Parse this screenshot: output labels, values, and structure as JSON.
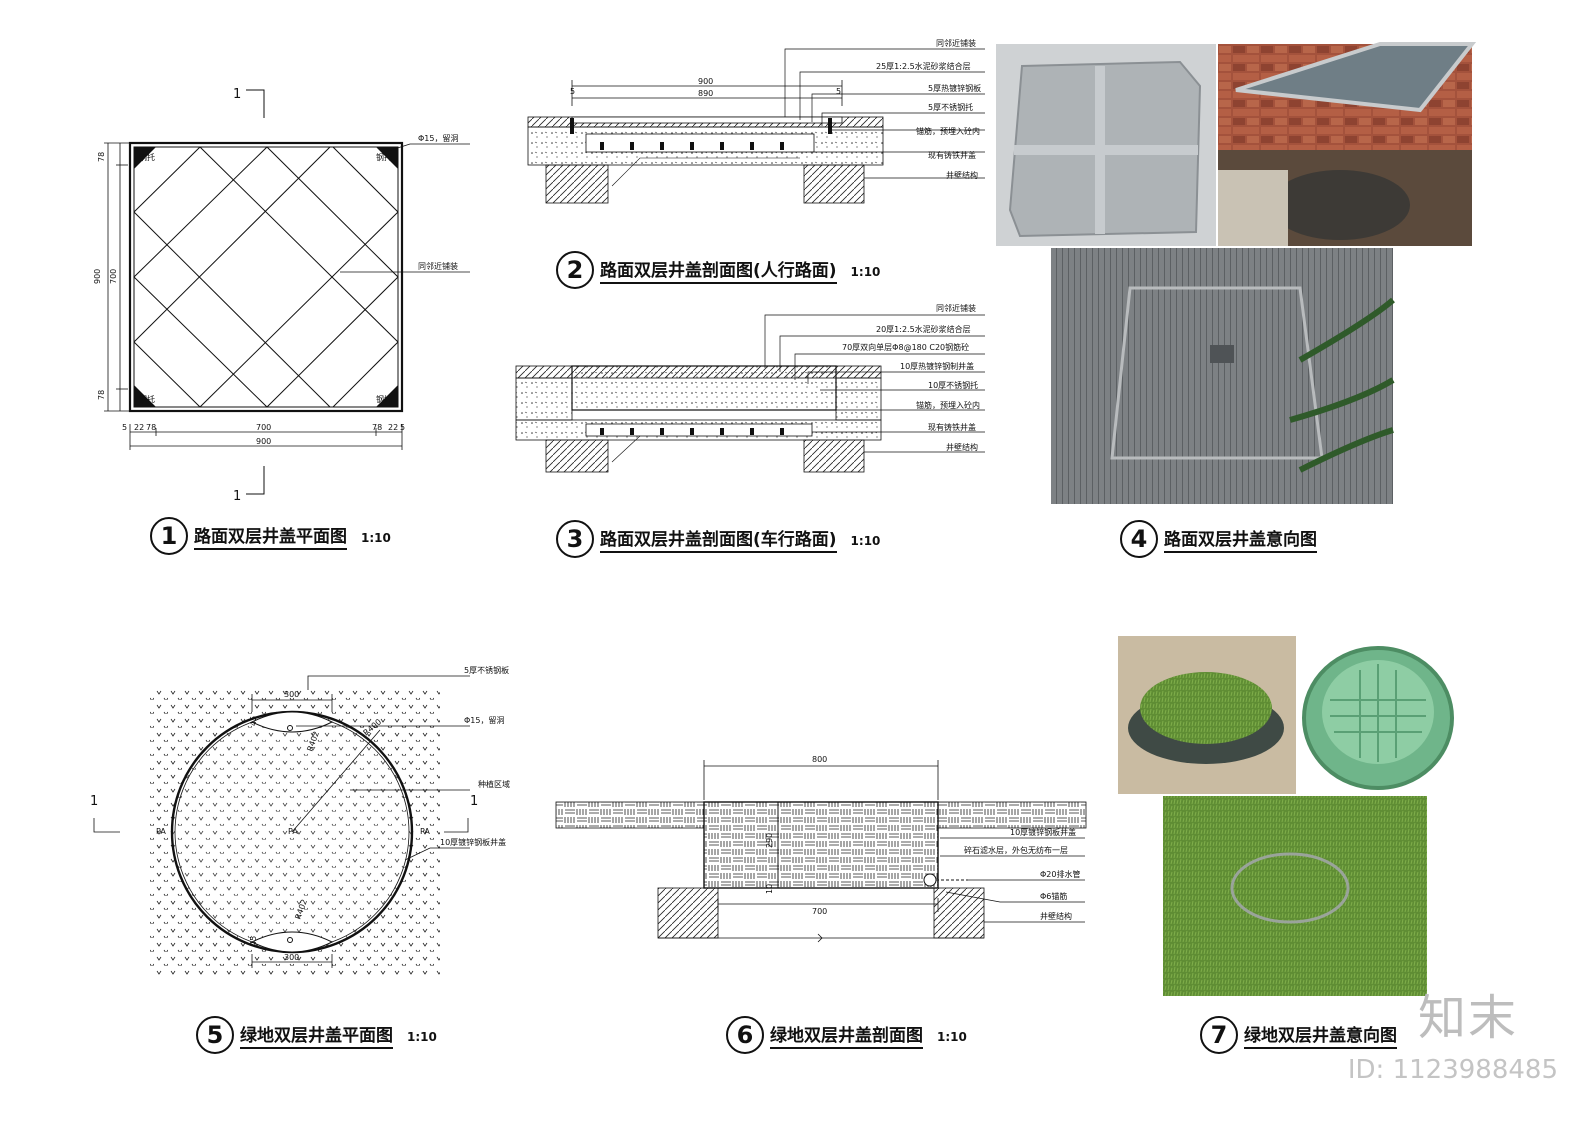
{
  "figures": {
    "f1": {
      "num": "1",
      "title": "路面双层井盖平面图",
      "scale": "1:10"
    },
    "f2": {
      "num": "2",
      "title": "路面双层井盖剖面图(人行路面)",
      "scale": "1:10"
    },
    "f3": {
      "num": "3",
      "title": "路面双层井盖剖面图(车行路面)",
      "scale": "1:10"
    },
    "f4": {
      "num": "4",
      "title": "路面双层井盖意向图"
    },
    "f5": {
      "num": "5",
      "title": "绿地双层井盖平面图",
      "scale": "1:10"
    },
    "f6": {
      "num": "6",
      "title": "绿地双层井盖剖面图",
      "scale": "1:10"
    },
    "f7": {
      "num": "7",
      "title": "绿地双层井盖意向图"
    }
  },
  "plan1": {
    "section_mark": "1",
    "hole_note": "Φ15，留洞",
    "fill_note": "同邻近铺装",
    "corner_label": "钢托",
    "dim_total": "900",
    "dim_inner": "700",
    "dim_78": "78",
    "dim_22": "22",
    "dim_5": "5"
  },
  "sec2": {
    "dim_900": "900",
    "dim_890": "890",
    "dim_5": "5",
    "notes": [
      "同邻近铺装",
      "25厚1:2.5水泥砂浆结合层",
      "5厚热镀锌钢板",
      "5厚不锈钢托",
      "锚筋，预埋入砼内",
      "现有铸铁井盖",
      "井壁结构"
    ]
  },
  "sec3": {
    "notes": [
      "同邻近铺装",
      "20厚1:2.5水泥砂浆结合层",
      "70厚双向单层Φ8@180 C20钢筋砼",
      "10厚热镀锌钢制井盖",
      "10厚不锈钢托",
      "锚筋，预埋入砼内",
      "现有铸铁井盖",
      "井壁结构"
    ]
  },
  "plan5": {
    "section_mark": "1",
    "dim_300": "300",
    "radius": "R400",
    "radius2": "R402",
    "dim_45": "45",
    "pa": "PA",
    "notes": [
      "5厚不锈钢板",
      "Φ15，留洞",
      "种植区域",
      "10厚镀锌钢板井盖"
    ]
  },
  "sec6": {
    "dim_800": "800",
    "dim_700": "700",
    "dim_290": "290",
    "dim_10": "10",
    "notes": [
      "10厚镀锌钢板井盖",
      "碎石滤水层，外包无纺布一层",
      "Φ20排水管",
      "Φ6锚筋",
      "井壁结构"
    ]
  },
  "watermark": {
    "brand": "知末",
    "id": "ID: 1123988485"
  },
  "colors": {
    "line": "#111111",
    "grass": "#6f9a3a",
    "tile": "#8a8f92",
    "brick": "#a4523c"
  }
}
